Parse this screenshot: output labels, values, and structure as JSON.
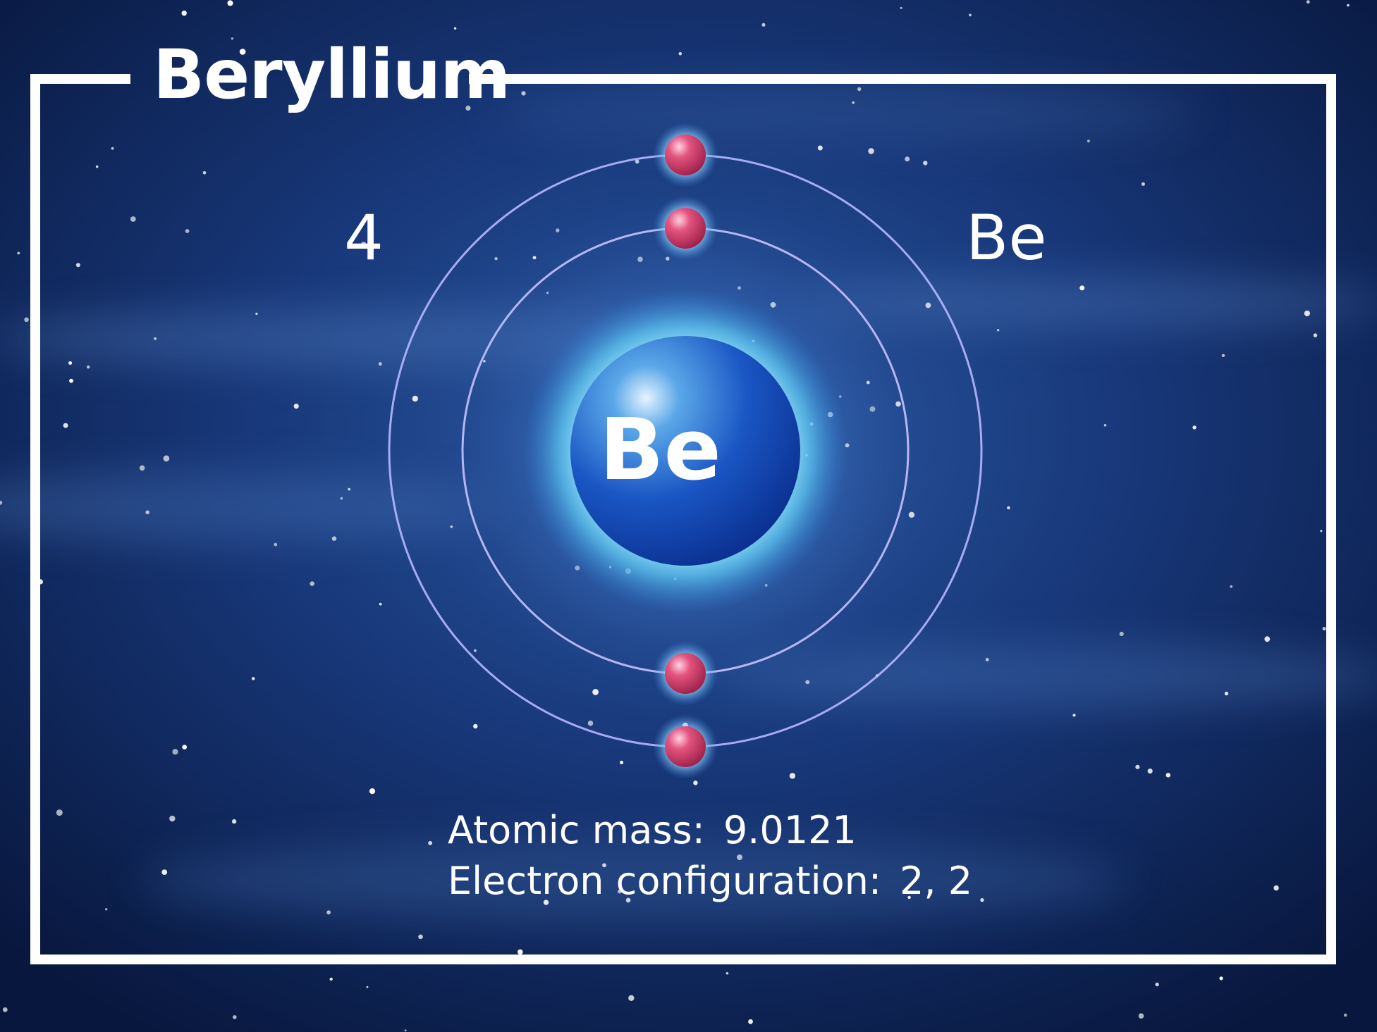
{
  "title": "Beryllium",
  "atomic_number": "4",
  "symbol": "Be",
  "nucleus_label": "Be",
  "info": {
    "mass_label": "Atomic mass:",
    "mass_value": "9.0121",
    "config_label": "Electron configuration:",
    "config_value": "2, 2"
  },
  "colors": {
    "background": "#0c1f4c",
    "nucleus": "#1a56c4",
    "nucleus_glow": "#8fe6ff",
    "electron": "#d6406a",
    "orbit": "#b7b7ff",
    "frame": "#ffffff"
  },
  "shells": [
    {
      "electrons": 2
    },
    {
      "electrons": 2
    }
  ]
}
